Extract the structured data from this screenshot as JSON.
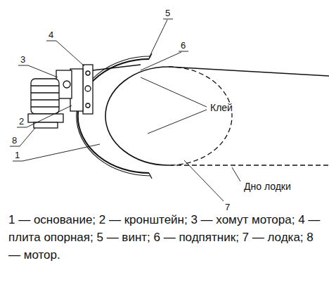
{
  "diagram": {
    "caption": "1 — основание; 2 — кронштейн; 3 — хомут мотора; 4 — плита опорная; 5 — винт; 6 — подпятник; 7 — лодка; 8 — мотор.",
    "labels": [
      "5",
      "4",
      "6",
      "3",
      "2",
      "8",
      "1",
      "Клей",
      "7",
      "Дно лодки"
    ]
  }
}
